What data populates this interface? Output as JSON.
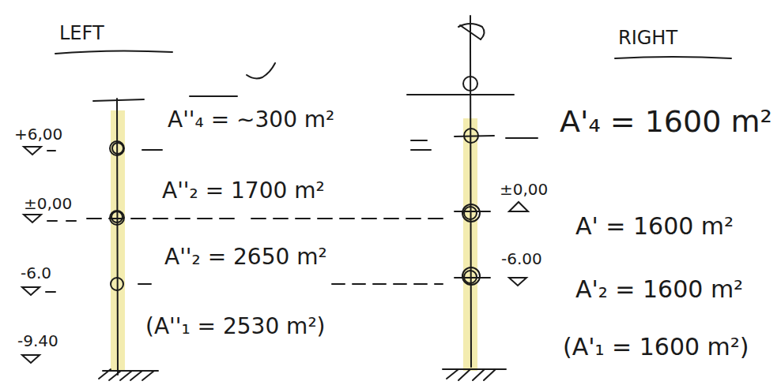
{
  "diagram": {
    "labels": [
      "LEFT",
      "+6,00",
      "A''₄ = ∼300 m²",
      "±0,00",
      "A''₂ = 1700 m²",
      "-6.0",
      "A''₂ = 2650 m²",
      "-9.40",
      "(A''₁ = 2530 m²)",
      "RIGHT",
      "A'₄ = 1600 m²",
      "±0,00",
      "A' = 1600 m²",
      "-6.00",
      "A'₂ = 1600 m²",
      "(A'₁ = 1600 m²)"
    ]
  }
}
